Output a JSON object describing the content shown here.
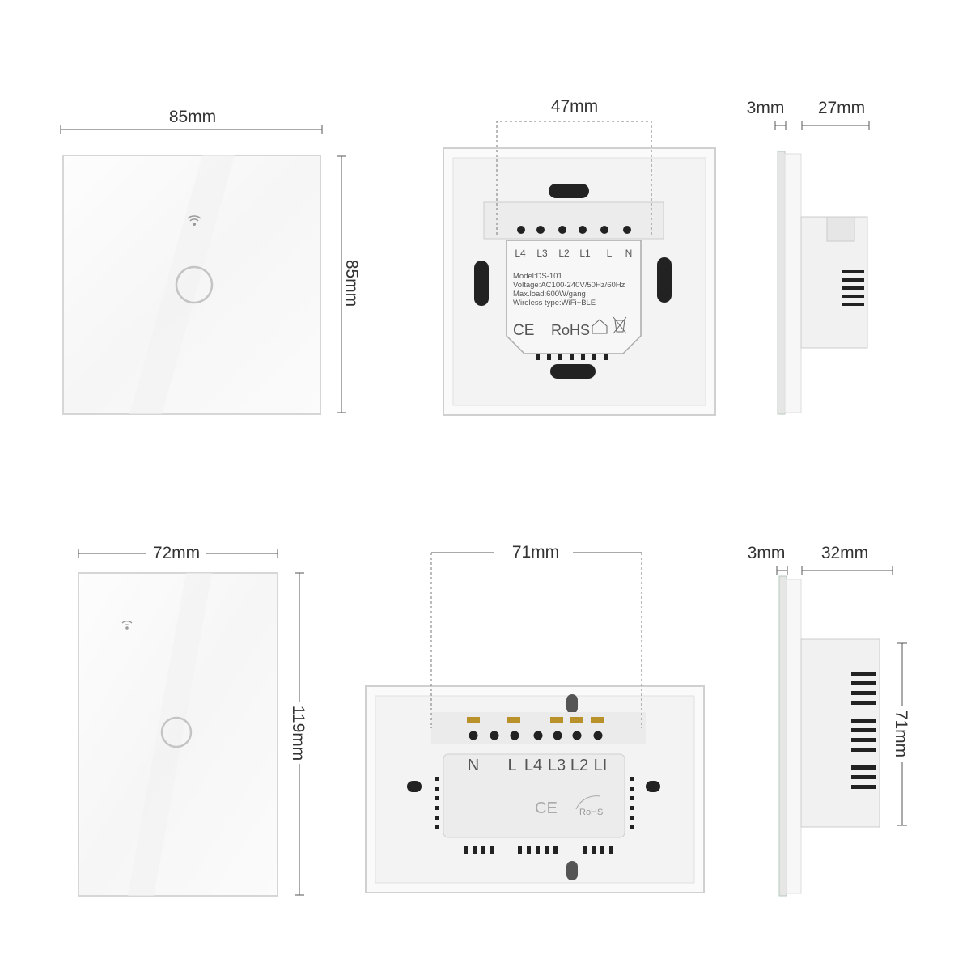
{
  "top": {
    "front_width": "85mm",
    "front_height": "85mm",
    "back_width": "47mm",
    "side_glass": "3mm",
    "side_depth": "27mm",
    "terminals": [
      "L4",
      "L3",
      "L2",
      "L1",
      "L",
      "N"
    ],
    "label_lines": [
      "Model:DS-101",
      "Voltage:AC100-240V/50Hz/60Hz",
      "Max.load:600W/gang",
      "Wireless type:WiFi+BLE"
    ],
    "marks": [
      "CE",
      "RoHS"
    ]
  },
  "bottom": {
    "front_width": "72mm",
    "front_height": "119mm",
    "back_width": "71mm",
    "side_glass": "3mm",
    "side_depth": "32mm",
    "side_height": "71mm",
    "terminals": [
      "N",
      "L",
      "L4",
      "L3",
      "L2",
      "LI"
    ],
    "marks": [
      "CE",
      "RoHS"
    ]
  },
  "colors": {
    "panel": "#ffffff",
    "panel_edge": "#d8d8d8",
    "housing": "#f2f2f2",
    "terminal": "#b8912a"
  }
}
